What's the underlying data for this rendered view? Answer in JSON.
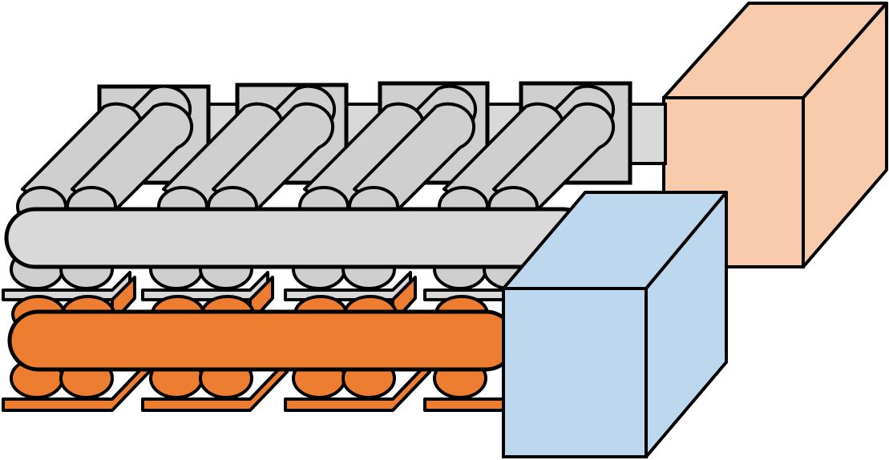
{
  "colors": {
    "background": "#ffffff",
    "stroke": "#000000",
    "gray_roll": "#d0cfd0",
    "gray_bar": "#d9d9d9",
    "gray_plate": "#d9d9d9",
    "orange": "#ed7d31",
    "peach_block": "#f8cbad",
    "blue_block": "#bdd7ee"
  },
  "components": {
    "top_layer": "gray",
    "bottom_layer": "orange",
    "back_block": "peach",
    "front_block": "blue",
    "module_count": 4
  }
}
